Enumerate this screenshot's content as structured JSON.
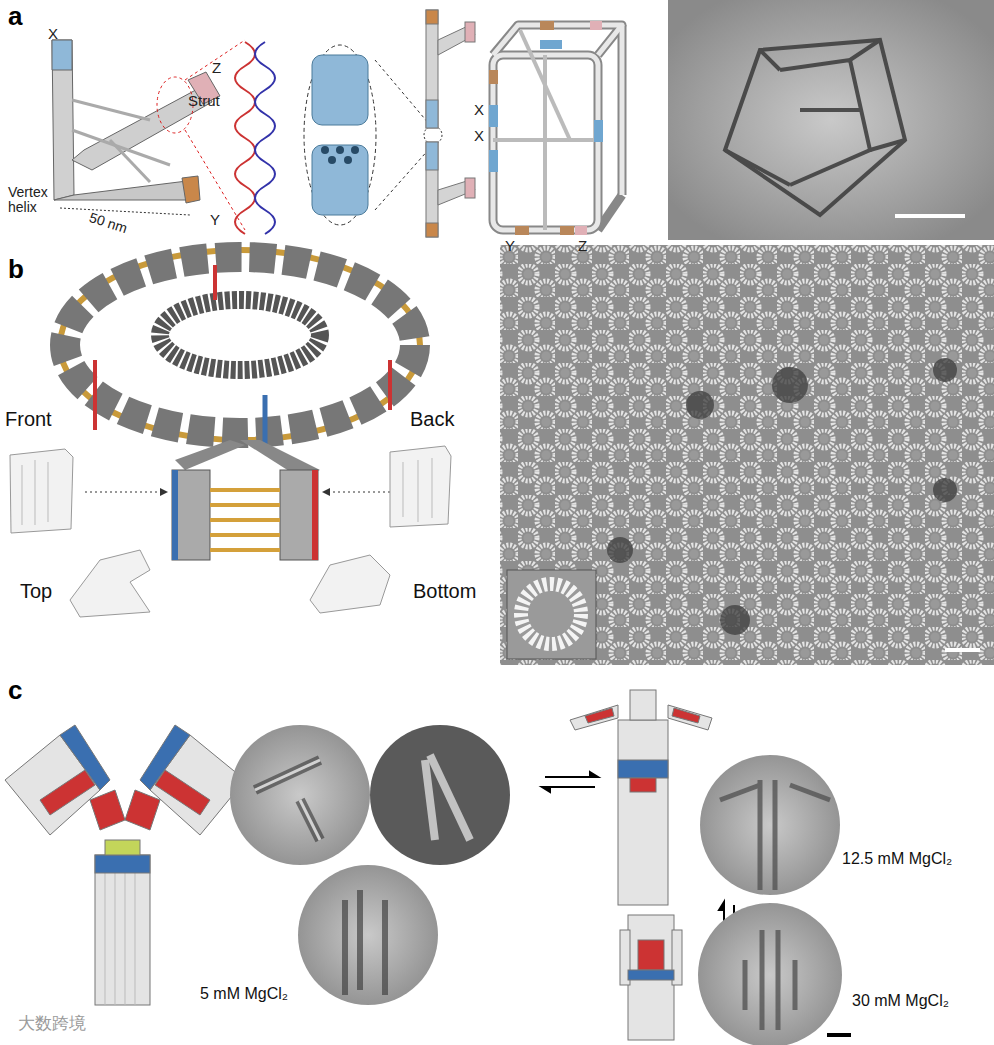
{
  "diagram": {
    "labels": [
      "a",
      "X",
      "Z",
      "Strut",
      "Vertex helix",
      "50 nm",
      "Y",
      "X",
      "X",
      "Y",
      "Z",
      "b",
      "Front",
      "Back",
      "Top",
      "Bottom",
      "c",
      "12.5 mM MgCl₂",
      "30 mM MgCl₂",
      "5 mM MgCl₂",
      "大数跨境"
    ]
  }
}
